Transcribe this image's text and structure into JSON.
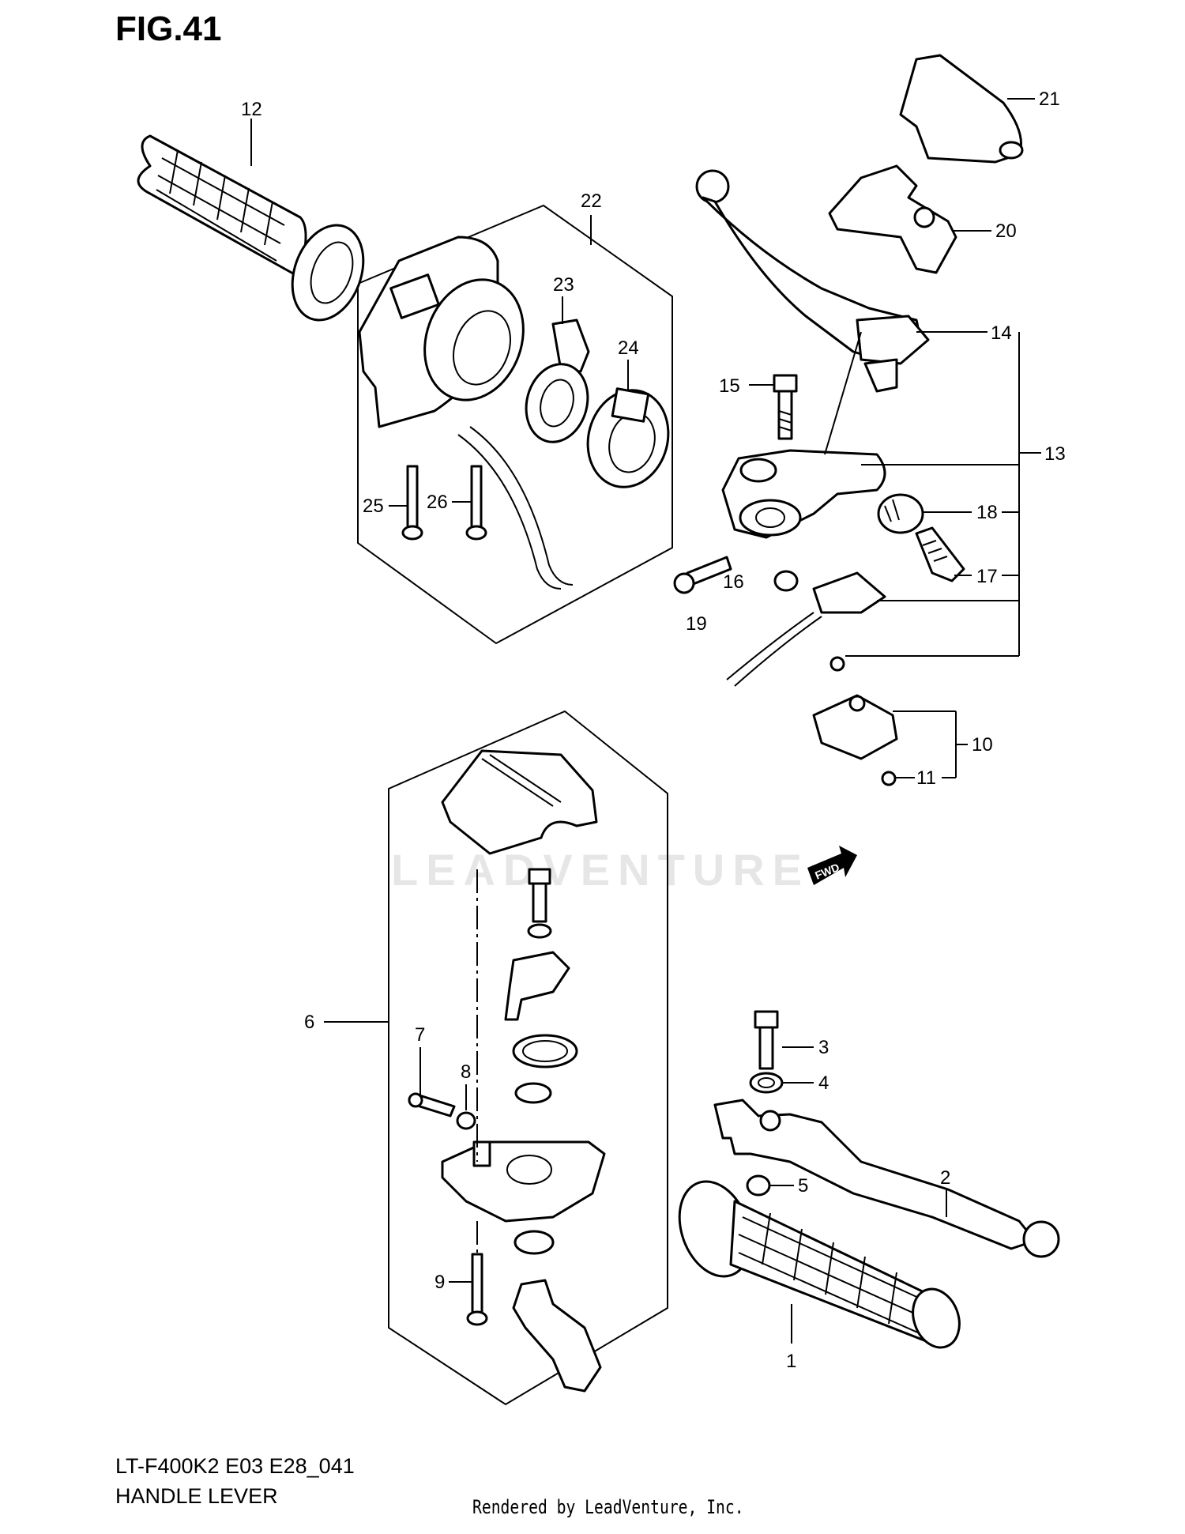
{
  "figure": {
    "title": "FIG.41",
    "model_code": "LT-F400K2 E03 E28_041",
    "caption": "HANDLE LEVER",
    "render_credit": "Rendered by LeadVenture, Inc.",
    "watermark": "LEADVENTURE",
    "fwd_label": "FWD"
  },
  "callouts": {
    "c1": "1",
    "c2": "2",
    "c3": "3",
    "c4": "4",
    "c5": "5",
    "c6": "6",
    "c7": "7",
    "c8": "8",
    "c9": "9",
    "c10": "10",
    "c11": "11",
    "c12": "12",
    "c13": "13",
    "c14": "14",
    "c15": "15",
    "c16": "16",
    "c17": "17",
    "c18": "18",
    "c19": "19",
    "c20": "20",
    "c21": "21",
    "c22": "22",
    "c23": "23",
    "c24": "24",
    "c25": "25",
    "c26": "26"
  },
  "colors": {
    "line": "#000000",
    "background": "#ffffff",
    "watermark": "#e6e6e6"
  }
}
